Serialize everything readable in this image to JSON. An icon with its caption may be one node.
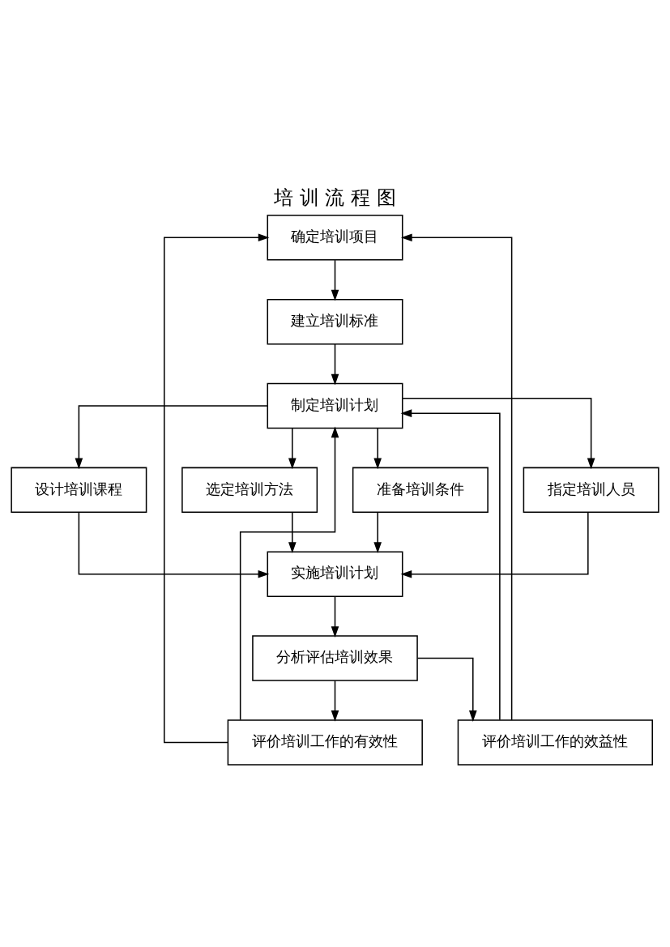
{
  "diagram": {
    "title": "培 训 流 程 图",
    "nodes": [
      {
        "text": [
          "确定培训项目"
        ]
      },
      {
        "text": [
          "建立培训标准"
        ]
      },
      {
        "text": [
          "制定培训计划"
        ]
      },
      {
        "text": [
          "设计培训课程"
        ]
      },
      {
        "text": [
          "选定培训方法"
        ]
      },
      {
        "text": [
          "准备培训条件"
        ]
      },
      {
        "text": [
          "指定培训人员"
        ]
      },
      {
        "text": [
          "实施培训计划"
        ]
      },
      {
        "text": [
          "分析评估培训效果"
        ]
      },
      {
        "text": [
          "评价培训工作的有效性"
        ]
      },
      {
        "text": [
          "评价培训工作的效益性"
        ]
      }
    ],
    "edges": [
      {
        "from": 0,
        "to": 1,
        "arrow": "to"
      },
      {
        "from": 1,
        "to": 2,
        "arrow": "to"
      },
      {
        "from": 2,
        "to": 3,
        "arrow": "to"
      },
      {
        "from": 2,
        "to": 4,
        "arrow": "to"
      },
      {
        "from": 2,
        "to": 5,
        "arrow": "to"
      },
      {
        "from": 2,
        "to": 6,
        "arrow": "to"
      },
      {
        "from": 3,
        "to": 7,
        "arrow": "to"
      },
      {
        "from": 4,
        "to": 7,
        "arrow": "to"
      },
      {
        "from": 5,
        "to": 7,
        "arrow": "to"
      },
      {
        "from": 6,
        "to": 7,
        "arrow": "to"
      },
      {
        "from": 7,
        "to": 8,
        "arrow": "to"
      },
      {
        "from": 8,
        "to": 9,
        "arrow": "to"
      },
      {
        "from": 8,
        "to": 10,
        "arrow": "to"
      },
      {
        "from": 9,
        "to": 0,
        "arrow": "to"
      },
      {
        "from": 9,
        "to": 2,
        "arrow": "to"
      },
      {
        "from": 10,
        "to": 0,
        "arrow": "to"
      },
      {
        "from": 10,
        "to": 2,
        "arrow": "to"
      }
    ]
  }
}
